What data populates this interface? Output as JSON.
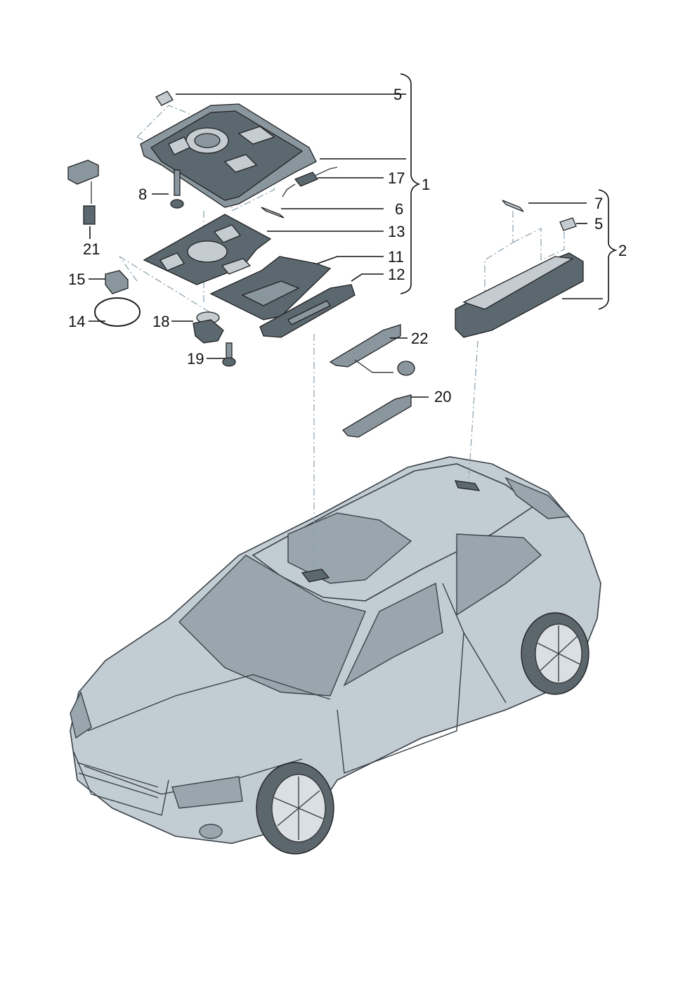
{
  "callouts": {
    "c5a": "5",
    "c1": "1",
    "c17": "17",
    "c6": "6",
    "c13": "13",
    "c11": "11",
    "c12": "12",
    "c8": "8",
    "c21": "21",
    "c15": "15",
    "c14": "14",
    "c18": "18",
    "c19": "19",
    "c22": "22",
    "c20": "20",
    "c7": "7",
    "c5b": "5",
    "c2": "2"
  }
}
